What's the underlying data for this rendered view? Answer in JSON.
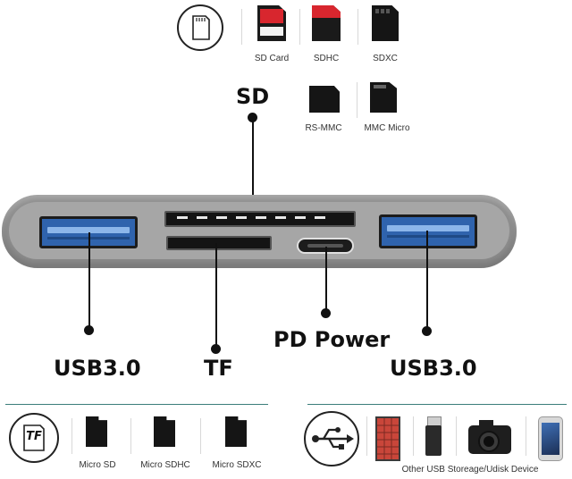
{
  "top_cards": {
    "sd_card": "SD Card",
    "sdhc": "SDHC",
    "sdxc": "SDXC",
    "rs_mmc": "RS-MMC",
    "mmc_micro": "MMC Micro"
  },
  "labels": {
    "sd": "SD",
    "tf": "TF",
    "pd_power": "PD Power",
    "usb_left": "USB3.0",
    "usb_right": "USB3.0"
  },
  "bottom_left": {
    "tf_icon_text": "TF",
    "micro_sd": "Micro SD",
    "micro_sdhc": "Micro SDHC",
    "micro_sdxc": "Micro SDXC"
  },
  "bottom_right": {
    "caption": "Other USB Storeage/Udisk Device"
  },
  "colors": {
    "hub_body": "#8f8f8f",
    "usb_blue": "#2f63ad",
    "divider_teal": "#3a7e7a"
  }
}
